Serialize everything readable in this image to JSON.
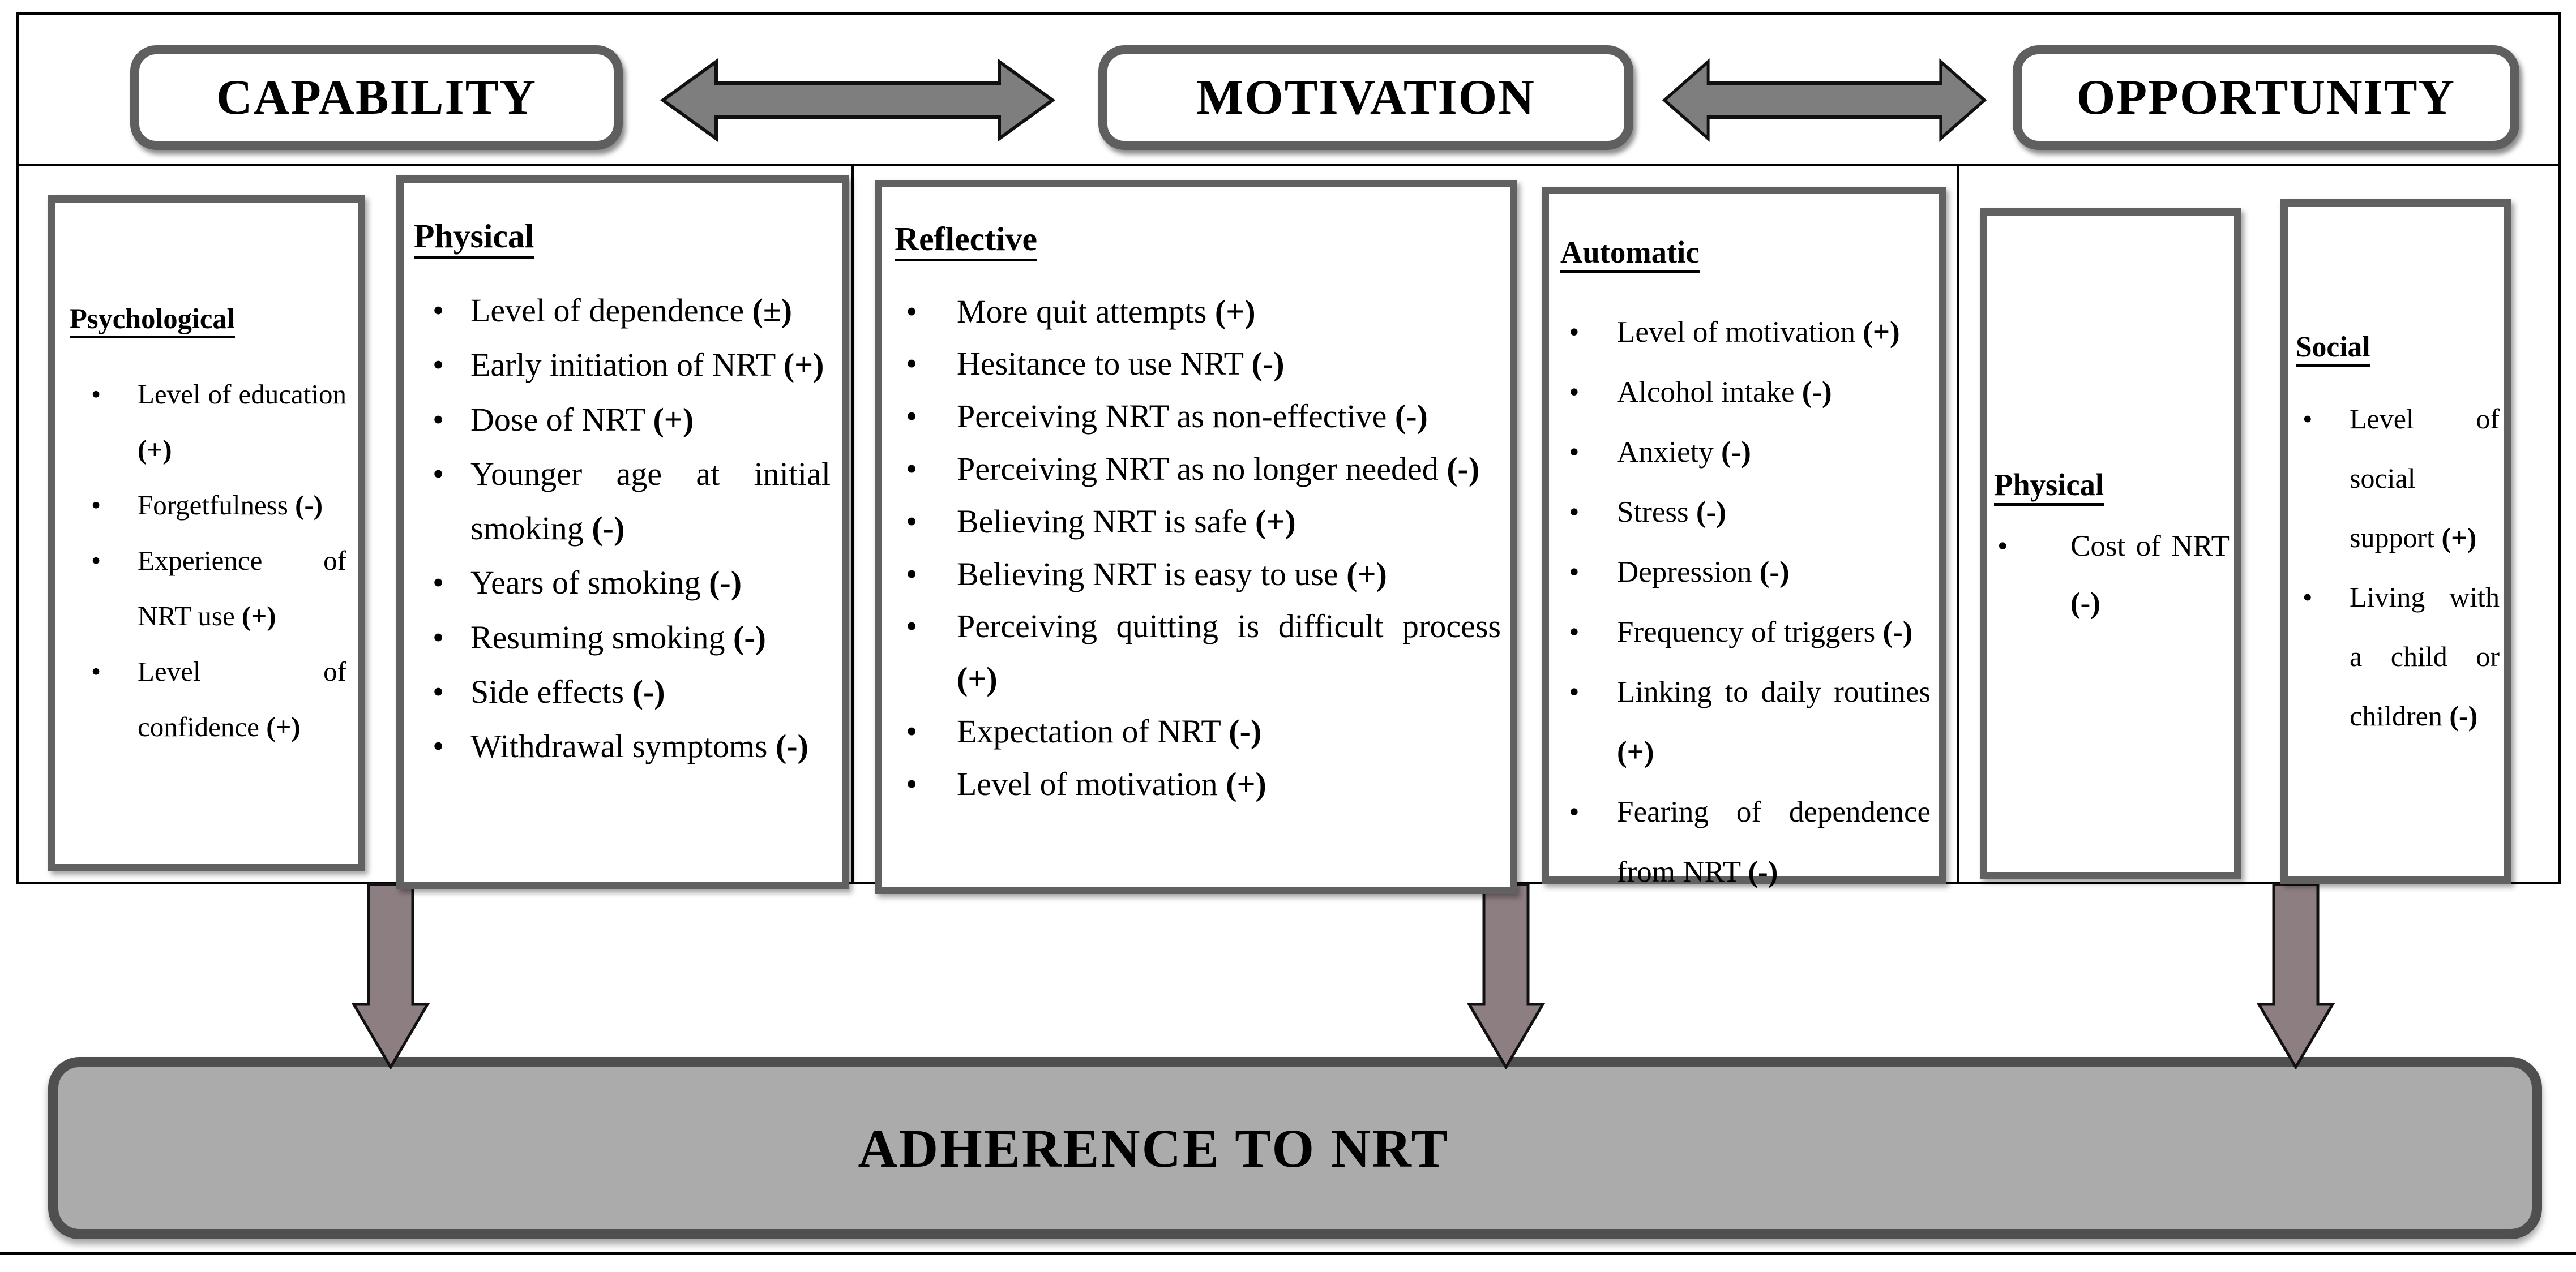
{
  "sections": [
    {
      "id": "capability",
      "label": "CAPABILITY",
      "boxes": [
        {
          "id": "psychological",
          "heading": "Psychological",
          "items": [
            {
              "label": "Level of education",
              "sign": "(+)"
            },
            {
              "label": "Forgetfulness",
              "sign": "(-)"
            },
            {
              "label": "Experience of NRT use",
              "sign": "(+)"
            },
            {
              "label": "Level of confidence",
              "sign": "(+)"
            }
          ]
        },
        {
          "id": "physical-capability",
          "heading": "Physical",
          "items": [
            {
              "label": "Level of dependence",
              "sign": "(±)"
            },
            {
              "label": "Early initiation of NRT",
              "sign": "(+)"
            },
            {
              "label": "Dose of NRT",
              "sign": "(+)"
            },
            {
              "label": "Younger age at initial smoking",
              "sign": "(-)"
            },
            {
              "label": "Years of smoking",
              "sign": "(-)"
            },
            {
              "label": "Resuming smoking",
              "sign": "(-)"
            },
            {
              "label": "Side effects",
              "sign": "(-)"
            },
            {
              "label": "Withdrawal symptoms",
              "sign": "(-)"
            }
          ]
        }
      ]
    },
    {
      "id": "motivation",
      "label": "MOTIVATION",
      "boxes": [
        {
          "id": "reflective",
          "heading": "Reflective",
          "items": [
            {
              "label": "More quit attempts",
              "sign": "(+)"
            },
            {
              "label": "Hesitance to use NRT",
              "sign": "(-)"
            },
            {
              "label": "Perceiving NRT as non-effective",
              "sign": "(-)"
            },
            {
              "label": "Perceiving NRT as no longer needed",
              "sign": "(-)"
            },
            {
              "label": "Believing NRT is safe",
              "sign": "(+)"
            },
            {
              "label": "Believing NRT is easy to use",
              "sign": "(+)"
            },
            {
              "label": "Perceiving quitting is difficult process",
              "sign": "(+)"
            },
            {
              "label": "Expectation of NRT",
              "sign": "(-)"
            },
            {
              "label": "Level of motivation",
              "sign": "(+)"
            }
          ]
        },
        {
          "id": "automatic",
          "heading": "Automatic",
          "items": [
            {
              "label": "Level of motivation",
              "sign": "(+)"
            },
            {
              "label": "Alcohol intake",
              "sign": "(-)"
            },
            {
              "label": "Anxiety",
              "sign": "(-)"
            },
            {
              "label": "Stress",
              "sign": "(-)"
            },
            {
              "label": "Depression",
              "sign": "(-)"
            },
            {
              "label": "Frequency of triggers",
              "sign": "(-)"
            },
            {
              "label": "Linking to daily routines",
              "sign": "(+)"
            },
            {
              "label": "Fearing of dependence from NRT",
              "sign": "(-)"
            }
          ]
        }
      ]
    },
    {
      "id": "opportunity",
      "label": "OPPORTUNITY",
      "boxes": [
        {
          "id": "physical-opportunity",
          "heading": "Physical",
          "items": [
            {
              "label": "Cost of NRT",
              "sign": "(-)"
            }
          ]
        },
        {
          "id": "social",
          "heading": "Social",
          "items": [
            {
              "label": "Level of social support",
              "sign": "(+)"
            },
            {
              "label": "Living with a child or children",
              "sign": "(-)"
            }
          ]
        }
      ]
    }
  ],
  "outcome": {
    "label": "ADHERENCE TO NRT"
  },
  "colors": {
    "box_border": "#616161",
    "header_border": "#5f5f5f",
    "horizontal_arrow_fill": "#7e7e7e",
    "down_arrow_fill": "#8d7f81",
    "bar_fill": "#ababab",
    "bar_border": "#4f4f4f",
    "line_black": "#000000"
  }
}
